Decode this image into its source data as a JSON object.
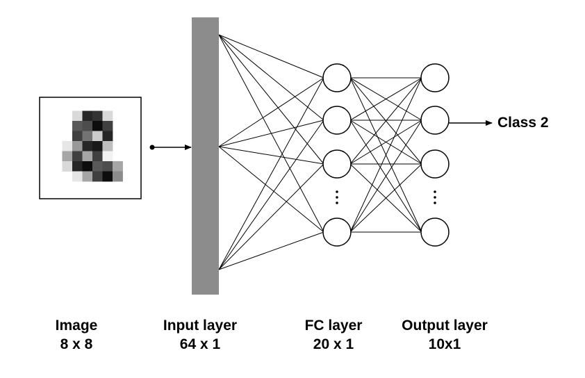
{
  "image": {
    "label_title": "Image",
    "label_size": "8 x 8",
    "pixels": [
      [
        0,
        0,
        0,
        0,
        0,
        0,
        0,
        0
      ],
      [
        0,
        0,
        0.15,
        0.85,
        0.8,
        0.15,
        0,
        0
      ],
      [
        0,
        0,
        0.65,
        0.7,
        0.95,
        0.75,
        0,
        0
      ],
      [
        0,
        0,
        0.75,
        0.55,
        0.2,
        0.85,
        0,
        0
      ],
      [
        0,
        0.1,
        0.4,
        0.85,
        0.9,
        0.25,
        0,
        0
      ],
      [
        0,
        0.35,
        0.75,
        0.35,
        0.75,
        0.05,
        0,
        0
      ],
      [
        0,
        0.15,
        0.85,
        0.95,
        0.65,
        0.7,
        0.35,
        0
      ],
      [
        0,
        0,
        0.1,
        0.35,
        0.75,
        0.95,
        0.45,
        0
      ]
    ]
  },
  "input_layer": {
    "title": "Input layer",
    "size": "64 x 1"
  },
  "fc_layer": {
    "title": "FC layer",
    "size": "20 x 1",
    "nodes_shown": 4
  },
  "output_layer": {
    "title": "Output layer",
    "size": "10x1",
    "nodes_shown": 4
  },
  "output": {
    "label": "Class 2"
  },
  "colors": {
    "input_bar": "#8c8c8c",
    "stroke": "#000000",
    "node_fill": "#ffffff"
  }
}
